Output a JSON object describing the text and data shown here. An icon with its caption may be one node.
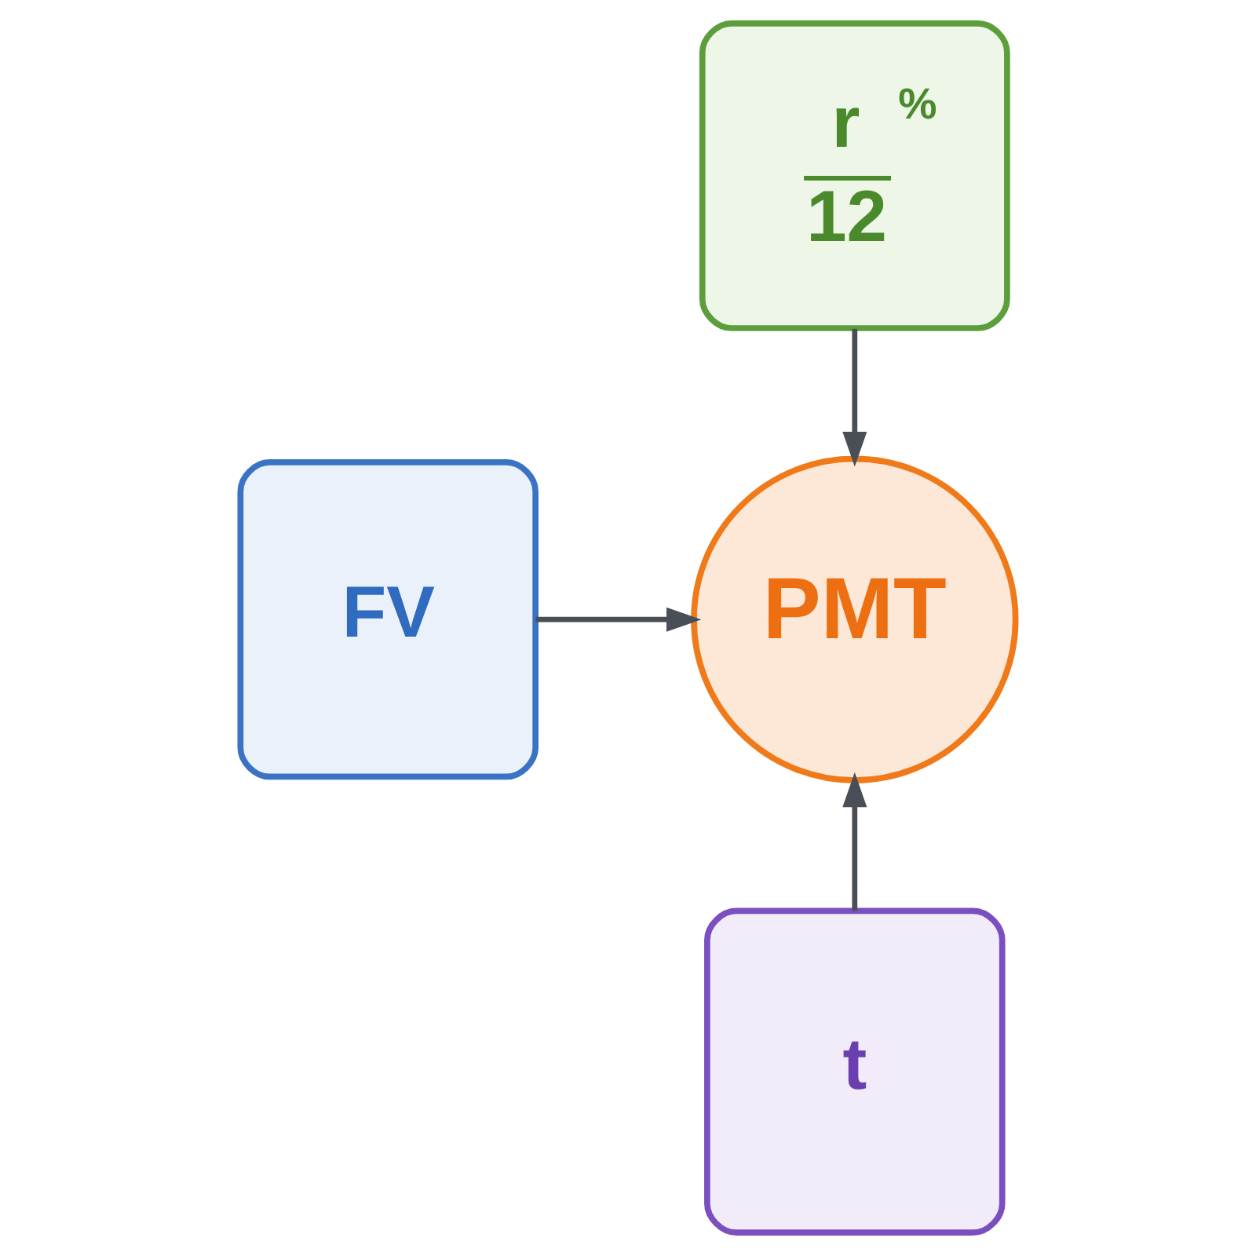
{
  "diagram": {
    "nodes": [
      {
        "text": [
          "r",
          "12",
          "%"
        ]
      },
      {
        "text": [
          "FV"
        ]
      },
      {
        "text": [
          "PMT"
        ]
      },
      {
        "text": [
          "t"
        ]
      }
    ],
    "edges": [
      {
        "from": 0,
        "to": 2,
        "arrow": "to"
      },
      {
        "from": 1,
        "to": 2,
        "arrow": "to"
      },
      {
        "from": 3,
        "to": 2,
        "arrow": "to"
      }
    ]
  }
}
